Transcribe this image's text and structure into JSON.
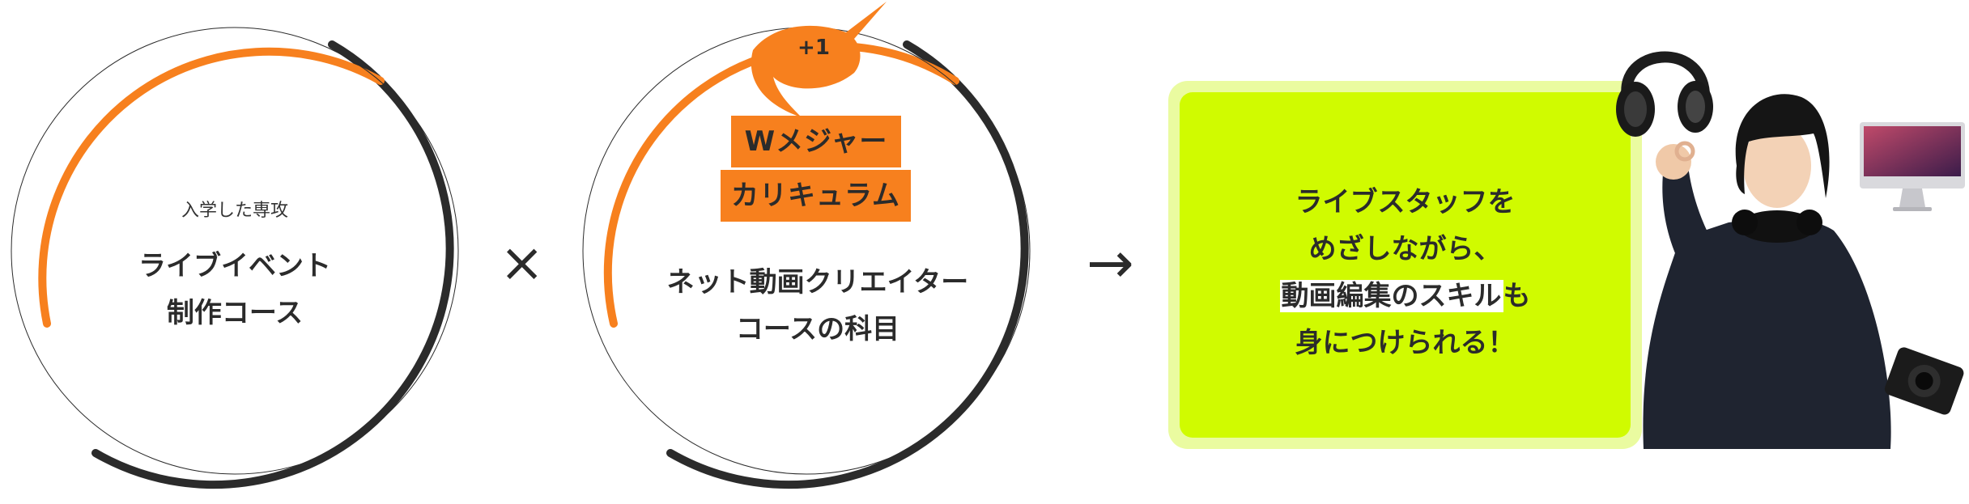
{
  "left_circle": {
    "caption": "入学した専攻",
    "line1": "ライブイベント",
    "line2": "制作コース"
  },
  "times_symbol": "×",
  "middle_circle": {
    "plus_label": "+1",
    "badge_line1": "Wメジャー",
    "badge_line2": "カリキュラム",
    "line1": "ネット動画クリエイター",
    "line2": "コースの科目"
  },
  "arrow_symbol": "→",
  "result_box": {
    "line1": "ライブスタッフを",
    "line2": "めざしながら、",
    "line3_highlight": "動画編集のスキル",
    "line3_rest": "も",
    "line4": "身につけられる！"
  },
  "colors": {
    "accent_orange": "#f7801e",
    "dark": "#2b2b2b",
    "lime": "#d0fb00",
    "lime_border": "#eafba0"
  },
  "icons": [
    "headphones-icon",
    "computer-monitor-icon",
    "camera-icon"
  ]
}
